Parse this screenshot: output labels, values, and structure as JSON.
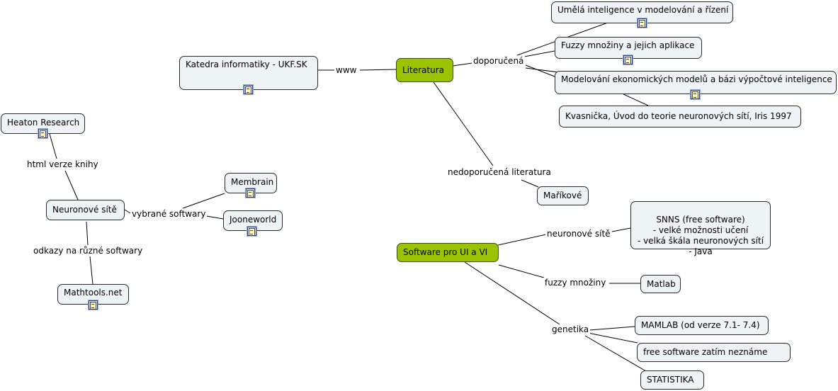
{
  "nodes": {
    "katedra": "Katedra informatiky - UKF.SK",
    "literatura": "Literatura",
    "umela": "Umělá inteligence v modelování a řízení",
    "fuzzy_mnoziny_kniha": "Fuzzy množiny a jejich aplikace",
    "modelovani": "Modelování ekonomických modelů a bázi výpočtové inteligence",
    "kvasnicka": "Kvasnička, Úvod do teorie neuronových sítí, Iris 1997",
    "marikove": "Maříkové",
    "heaton": "Heaton Research",
    "neuronove_site": "Neuronové sítě",
    "membrain": "Membrain",
    "jooneworld": "Jooneworld",
    "mathtools": "Mathtools.net",
    "software": "Software pro UI a VI",
    "snns": "SNNS (free software)\n- velké možnosti učení\n- velká škála neuronových sítí\n- Java",
    "matlab": "Matlab",
    "mamlab": "MAMLAB (od verze 7.1- 7.4)",
    "free_software": "free software zatím neznáme",
    "statistika": "STATISTIKA"
  },
  "labels": {
    "www": "www",
    "doporucena": "doporučená",
    "nedoporucena": "nedoporučená literatura",
    "html_verze": "html verze knihy",
    "vybrane_softwary": "vybrané softwary",
    "odkazy": "odkazy na různé softwary",
    "neuronove_site_lbl": "neuronové sítě",
    "fuzzy_mnoziny_lbl": "fuzzy množiny",
    "genetika": "genetika"
  },
  "icons": {
    "note": "note-icon"
  },
  "colors": {
    "central_node": "#9bc400",
    "node_fill": "#eef3f6",
    "line": "#000000"
  }
}
